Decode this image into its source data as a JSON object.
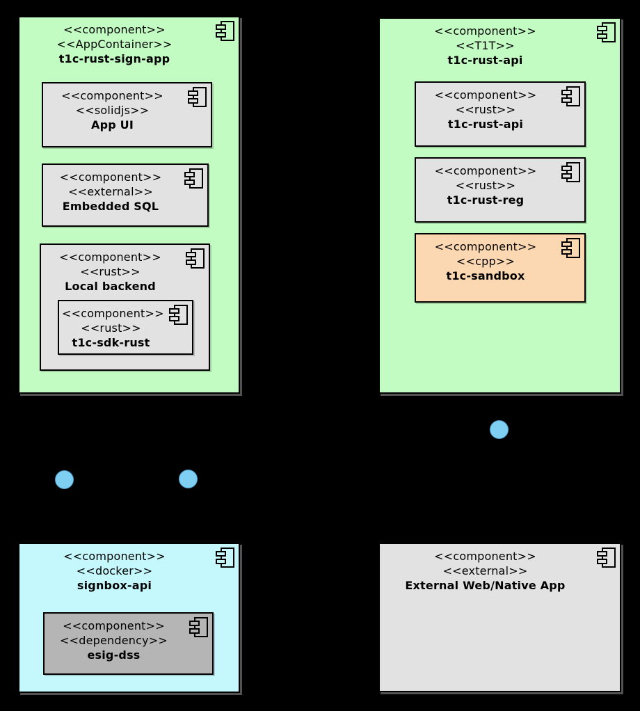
{
  "diagram": {
    "title": "UML component diagram",
    "background_color": "#000000",
    "colors": {
      "container_green": "#C2FCC2",
      "component_gray": "#E2E2E2",
      "dependency_dark_gray": "#B5B5B5",
      "sandbox_orange": "#FCD8B2",
      "docker_cyan": "#C5F8FC",
      "interface_blue": "#7FCFF3",
      "border_black": "#000000",
      "text_black": "#000000"
    },
    "interface_circles": {
      "count": 3,
      "color": "#7FCFF3"
    }
  },
  "boxes": {
    "sign_app": {
      "stereotype1": "<<component>>",
      "stereotype2": "<<AppContainer>>",
      "name": "t1c-rust-sign-app"
    },
    "app_ui": {
      "stereotype1": "<<component>>",
      "stereotype2": "<<solidjs>>",
      "name": "App UI"
    },
    "embedded_sql": {
      "stereotype1": "<<component>>",
      "stereotype2": "<<external>>",
      "name": "Embedded SQL"
    },
    "local_backend": {
      "stereotype1": "<<component>>",
      "stereotype2": "<<rust>>",
      "name": "Local backend"
    },
    "sdk_rust": {
      "stereotype1": "<<component>>",
      "stereotype2": "<<rust>>",
      "name": "t1c-sdk-rust"
    },
    "rust_api_outer": {
      "stereotype1": "<<component>>",
      "stereotype2": "<<T1T>>",
      "name": "t1c-rust-api"
    },
    "rust_api": {
      "stereotype1": "<<component>>",
      "stereotype2": "<<rust>>",
      "name": "t1c-rust-api"
    },
    "rust_reg": {
      "stereotype1": "<<component>>",
      "stereotype2": "<<rust>>",
      "name": "t1c-rust-reg"
    },
    "sandbox": {
      "stereotype1": "<<component>>",
      "stereotype2": "<<cpp>>",
      "name": "t1c-sandbox"
    },
    "signbox": {
      "stereotype1": "<<component>>",
      "stereotype2": "<<docker>>",
      "name": "signbox-api"
    },
    "esig_dss": {
      "stereotype1": "<<component>>",
      "stereotype2": "<<dependency>>",
      "name": "esig-dss"
    },
    "external_app": {
      "stereotype1": "<<component>>",
      "stereotype2": "<<external>>",
      "name": "External Web/Native App"
    }
  }
}
